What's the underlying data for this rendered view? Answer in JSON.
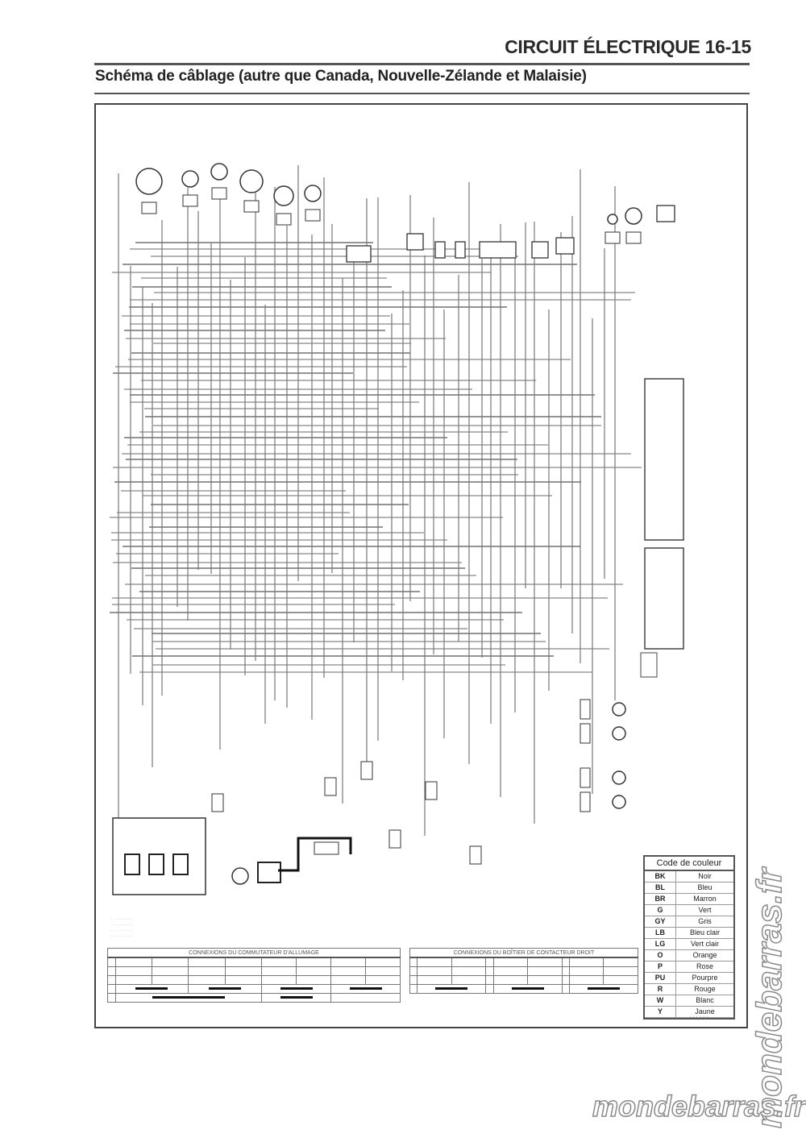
{
  "header": {
    "section_title": "CIRCUIT ÉLECTRIQUE 16-15",
    "subtitle": "Schéma de câblage (autre que Canada, Nouvelle-Zélande et Malaisie)"
  },
  "color_code": {
    "title": "Code de couleur",
    "rows": [
      {
        "code": "BK",
        "name": "Noir"
      },
      {
        "code": "BL",
        "name": "Bleu"
      },
      {
        "code": "BR",
        "name": "Marron"
      },
      {
        "code": "G",
        "name": "Vert"
      },
      {
        "code": "GY",
        "name": "Gris"
      },
      {
        "code": "LB",
        "name": "Bleu clair"
      },
      {
        "code": "LG",
        "name": "Vert clair"
      },
      {
        "code": "O",
        "name": "Orange"
      },
      {
        "code": "P",
        "name": "Rose"
      },
      {
        "code": "PU",
        "name": "Pourpre"
      },
      {
        "code": "R",
        "name": "Rouge"
      },
      {
        "code": "W",
        "name": "Blanc"
      },
      {
        "code": "Y",
        "name": "Jaune"
      }
    ]
  },
  "tables": {
    "ignition": {
      "title": "CONNEXIONS DU COMMUTATEUR D'ALLUMAGE"
    },
    "right_switch": {
      "title": "CONNEXIONS DU BOÎTIER DE CONTACTEUR DROIT"
    }
  },
  "watermark": {
    "vertical": "mondebarras.fr",
    "horizontal": "mondebarras.fr"
  }
}
